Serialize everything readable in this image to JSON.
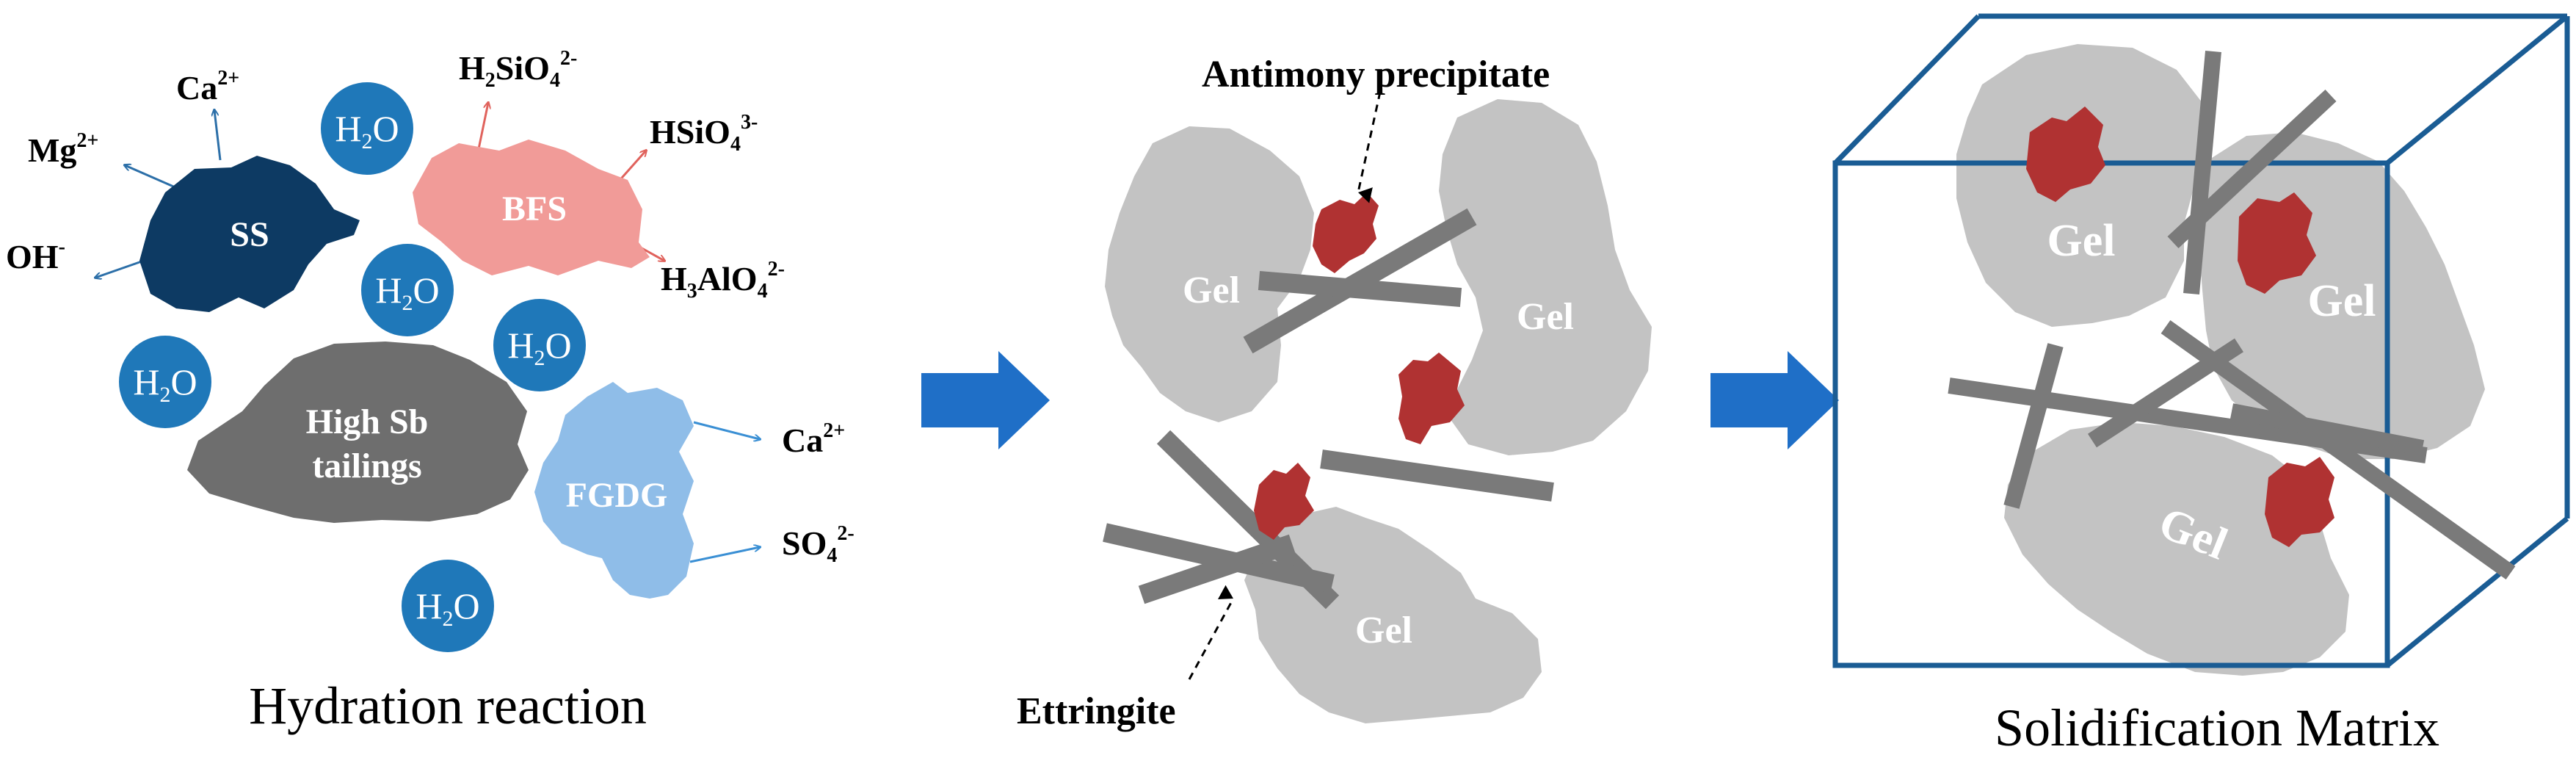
{
  "panel1": {
    "caption": "Hydration reaction",
    "particles": {
      "ss": "SS",
      "bfs": "BFS",
      "tailings_line1": "High Sb",
      "tailings_line2": "tailings",
      "fgdg": "FGDG"
    },
    "water": {
      "base": "H",
      "sub": "2",
      "tail": "O"
    },
    "ions": {
      "ca_top": {
        "base": "Ca",
        "sup": "2+"
      },
      "mg": {
        "base": "Mg",
        "sup": "2+"
      },
      "oh": {
        "base": "OH",
        "sup": "-"
      },
      "h2sio4": {
        "base1": "H",
        "sub1": "2",
        "base2": "SiO",
        "sub2": "4",
        "sup": "2-"
      },
      "hsio4": {
        "base": "HSiO",
        "sub": "4",
        "sup": "3-"
      },
      "h3alo4": {
        "base1": "H",
        "sub1": "3",
        "base2": "AlO",
        "sub2": "4",
        "sup": "2-"
      },
      "ca_right": {
        "base": "Ca",
        "sup": "2+"
      },
      "so4": {
        "base": "SO",
        "sub": "4",
        "sup": "2-"
      }
    }
  },
  "panel2": {
    "label_precipitate": "Antimony precipitate",
    "label_ettringite": "Ettringite",
    "gel": "Gel"
  },
  "panel3": {
    "caption": "Solidification Matrix",
    "gel": "Gel"
  },
  "colors": {
    "ss": "#0d3a63",
    "bfs": "#f19b98",
    "tailings": "#6e6e6e",
    "fgdg": "#8fbde8",
    "water": "#1f78b9",
    "gel": "#c3c3c3",
    "rod": "#7a7a7a",
    "precipitate": "#b03232",
    "arrow": "#1f6fc7",
    "cube": "#1a5c94"
  }
}
